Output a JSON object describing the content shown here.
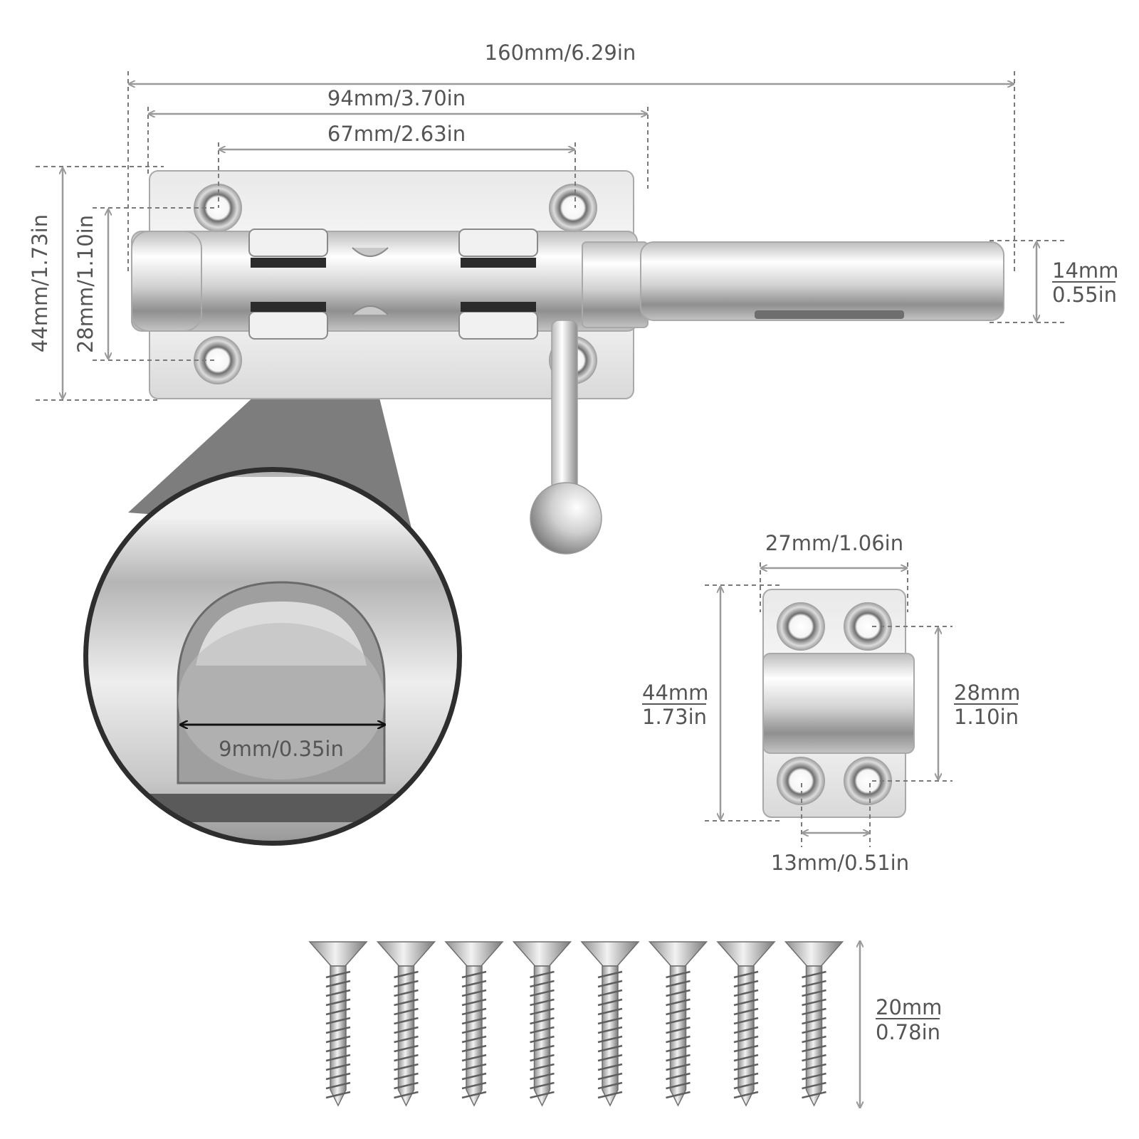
{
  "colors": {
    "dimension_line": "#9a9a9a",
    "dimension_text": "#555555",
    "metal_light": "#f4f4f4",
    "metal_mid": "#cfcfcf",
    "metal_dark": "#8c8c8c",
    "zoom_cone": "#7d7d7d",
    "background": "#ffffff"
  },
  "bolt": {
    "overall_length": "160mm/6.29in",
    "base_length": "94mm/3.70in",
    "hole_spacing": "67mm/2.63in",
    "base_height": "44mm/1.73in",
    "hole_vertical_spacing": "28mm/1.10in",
    "rod_diameter_mm": "14mm",
    "rod_diameter_in": "0.55in"
  },
  "zoom": {
    "hole_diameter": "9mm/0.35in"
  },
  "keeper": {
    "width": "27mm/1.06in",
    "height_mm": "44mm",
    "height_in": "1.73in",
    "hole_vertical_mm": "28mm",
    "hole_vertical_in": "1.10in",
    "hole_horizontal": "13mm/0.51in"
  },
  "screws": {
    "count": 8,
    "length_mm": "20mm",
    "length_in": "0.78in"
  }
}
